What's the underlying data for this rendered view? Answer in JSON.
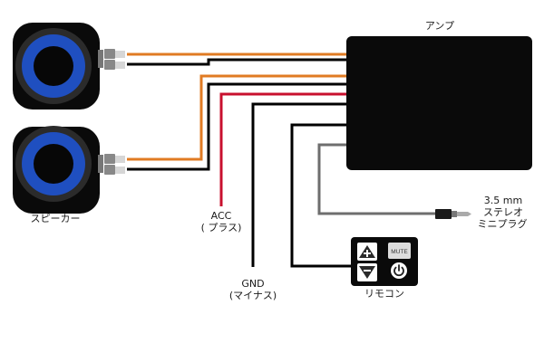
{
  "labels": {
    "amp": "アンプ",
    "speaker": "スピーカー",
    "acc_title": "ACC",
    "acc_sub": "( プラス)",
    "gnd_title": "GND",
    "gnd_sub": "(マイナス)",
    "jack_size": "3.5 mm",
    "jack_type": "ステレオ",
    "jack_name": "ミニプラグ",
    "remote": "リモコン",
    "mute": "MUTE"
  },
  "colors": {
    "speaker_wire": "#e07b23",
    "acc_wire": "#c8102e",
    "ground_wire": "#000000",
    "audio_wire": "#6e6e6e",
    "speaker_cone": "#1f4fc0",
    "device_body": "#0a0a0a"
  }
}
